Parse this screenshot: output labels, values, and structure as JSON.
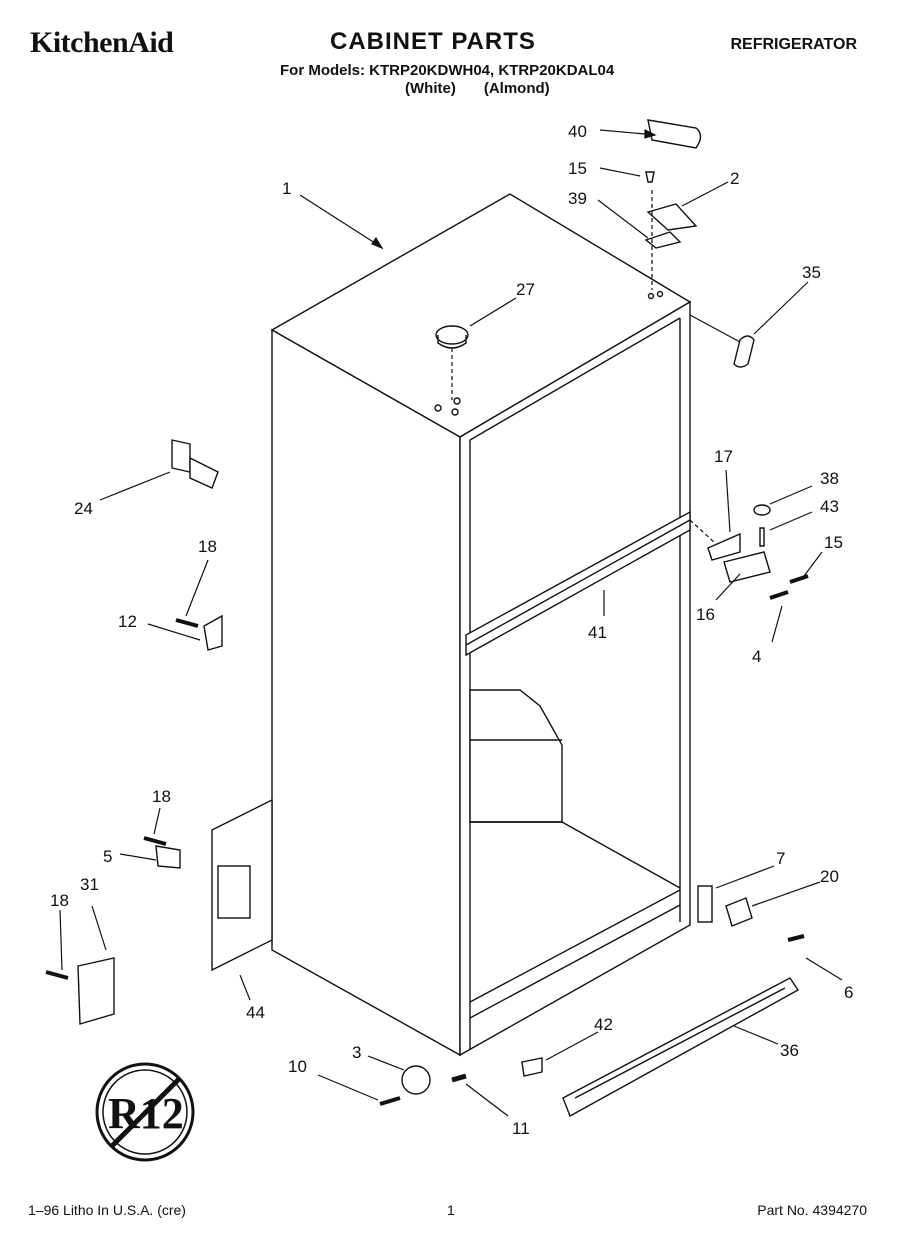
{
  "header": {
    "brand": "KitchenAid",
    "title": "CABINET PARTS",
    "appliance": "REFRIGERATOR",
    "models_line": "For Models: KTRP20KDWH04, KTRP20KDAL04",
    "color_white": "(White)",
    "color_almond": "(Almond)"
  },
  "footer": {
    "left": "1–96 Litho In U.S.A. (cre)",
    "page": "1",
    "part_no": "Part No. 4394270"
  },
  "stamp": {
    "text": "R12"
  },
  "callouts": [
    "40",
    "15",
    "2",
    "39",
    "1",
    "27",
    "35",
    "24",
    "17",
    "38",
    "43",
    "15",
    "18",
    "12",
    "41",
    "16",
    "4",
    "18",
    "5",
    "7",
    "20",
    "18",
    "31",
    "44",
    "6",
    "42",
    "36",
    "10",
    "3",
    "11"
  ]
}
